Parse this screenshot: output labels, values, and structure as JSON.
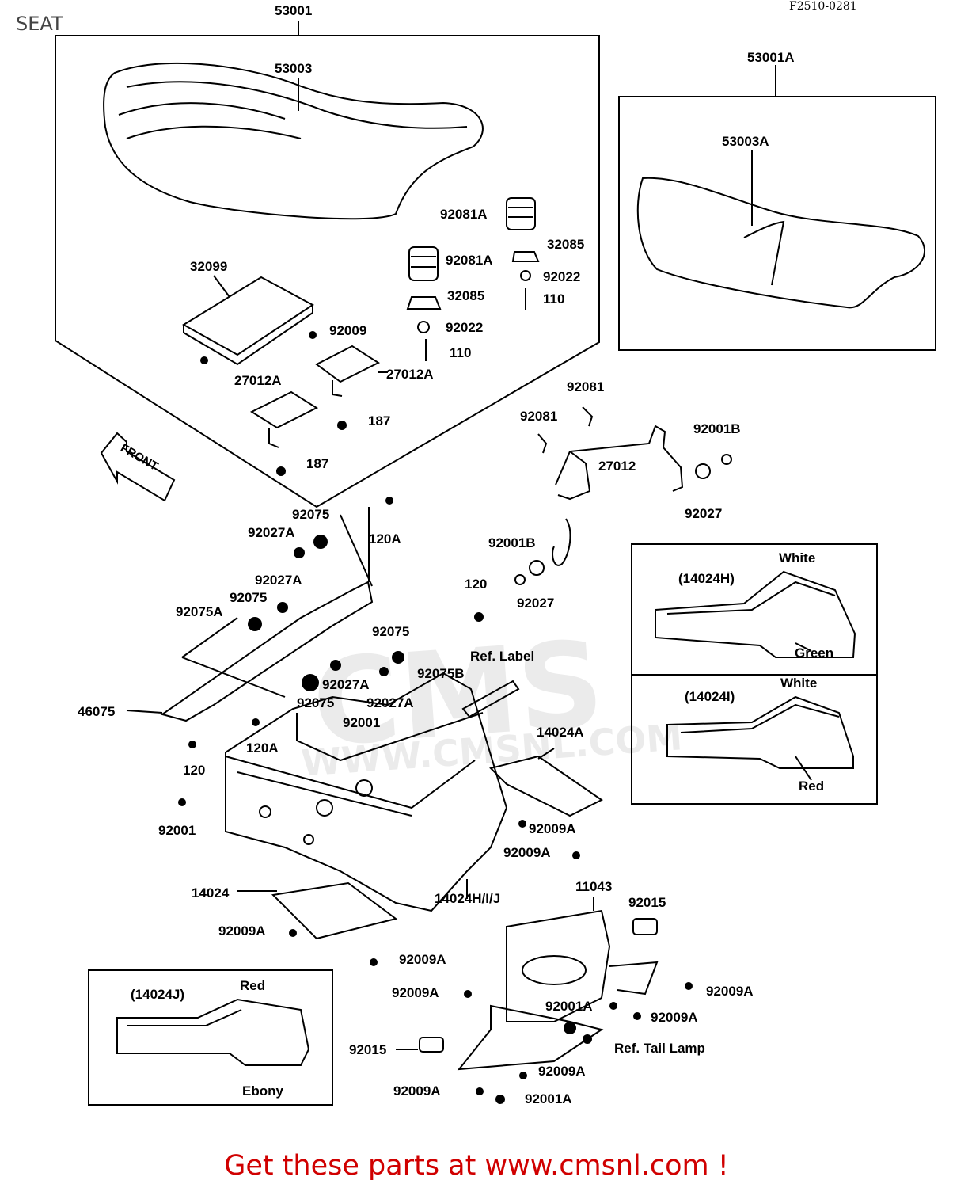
{
  "page_title": "SEAT",
  "drawing_code": "F2510-0281",
  "footer": "Get these parts at www.cmsnl.com !",
  "watermark": {
    "brand": "CMS",
    "url": "WWW.CMSNL.COM"
  },
  "front_arrow": "FRONT",
  "labels": {
    "l53001": "53001",
    "l53003": "53003",
    "l53001A": "53001A",
    "l53003A": "53003A",
    "l92081A_1": "92081A",
    "l92081A_2": "92081A",
    "l32085_1": "32085",
    "l32085_2": "32085",
    "l92022_1": "92022",
    "l92022_2": "92022",
    "l110_1": "110",
    "l110_2": "110",
    "l32099": "32099",
    "l92009": "92009",
    "l27012A_1": "27012A",
    "l27012A_2": "27012A",
    "l187_1": "187",
    "l187_2": "187",
    "l92081_1": "92081",
    "l92081_2": "92081",
    "l27012": "27012",
    "l92001B_1": "92001B",
    "l92001B_2": "92001B",
    "l92027_1": "92027",
    "l92027_2": "92027",
    "l92075_1": "92075",
    "l92027A_1": "92027A",
    "l120A_1": "120A",
    "l92027A_2": "92027A",
    "l92075_2": "92075",
    "l92075A": "92075A",
    "l120_1": "120",
    "l92075_3": "92075",
    "l92075B": "92075B",
    "lRefLabel": "Ref. Label",
    "l92027A_3": "92027A",
    "l92075_4": "92075",
    "l92027A_4": "92027A",
    "l92001_1": "92001",
    "l46075": "46075",
    "l120A_2": "120A",
    "l120_2": "120",
    "l92001_2": "92001",
    "l14024A": "14024A",
    "l92009A_1": "92009A",
    "l92009A_2": "92009A",
    "l14024": "14024",
    "l14024HIJ": "14024H/I/J",
    "l92009A_3": "92009A",
    "l92009A_4": "92009A",
    "l11043": "11043",
    "l92015_1": "92015",
    "l92009A_5": "92009A",
    "l92009A_6": "92009A",
    "l92001A_1": "92001A",
    "l92009A_7": "92009A",
    "l92015_2": "92015",
    "lRefTail": "Ref. Tail Lamp",
    "l92009A_8": "92009A",
    "l92009A_9": "92009A",
    "l92001A_2": "92001A",
    "l14024H": "(14024H)",
    "lWhite_1": "White",
    "lGreen": "Green",
    "l14024I": "(14024I)",
    "lWhite_2": "White",
    "lRed_1": "Red",
    "l14024J": "(14024J)",
    "lRed_2": "Red",
    "lEbony": "Ebony"
  }
}
